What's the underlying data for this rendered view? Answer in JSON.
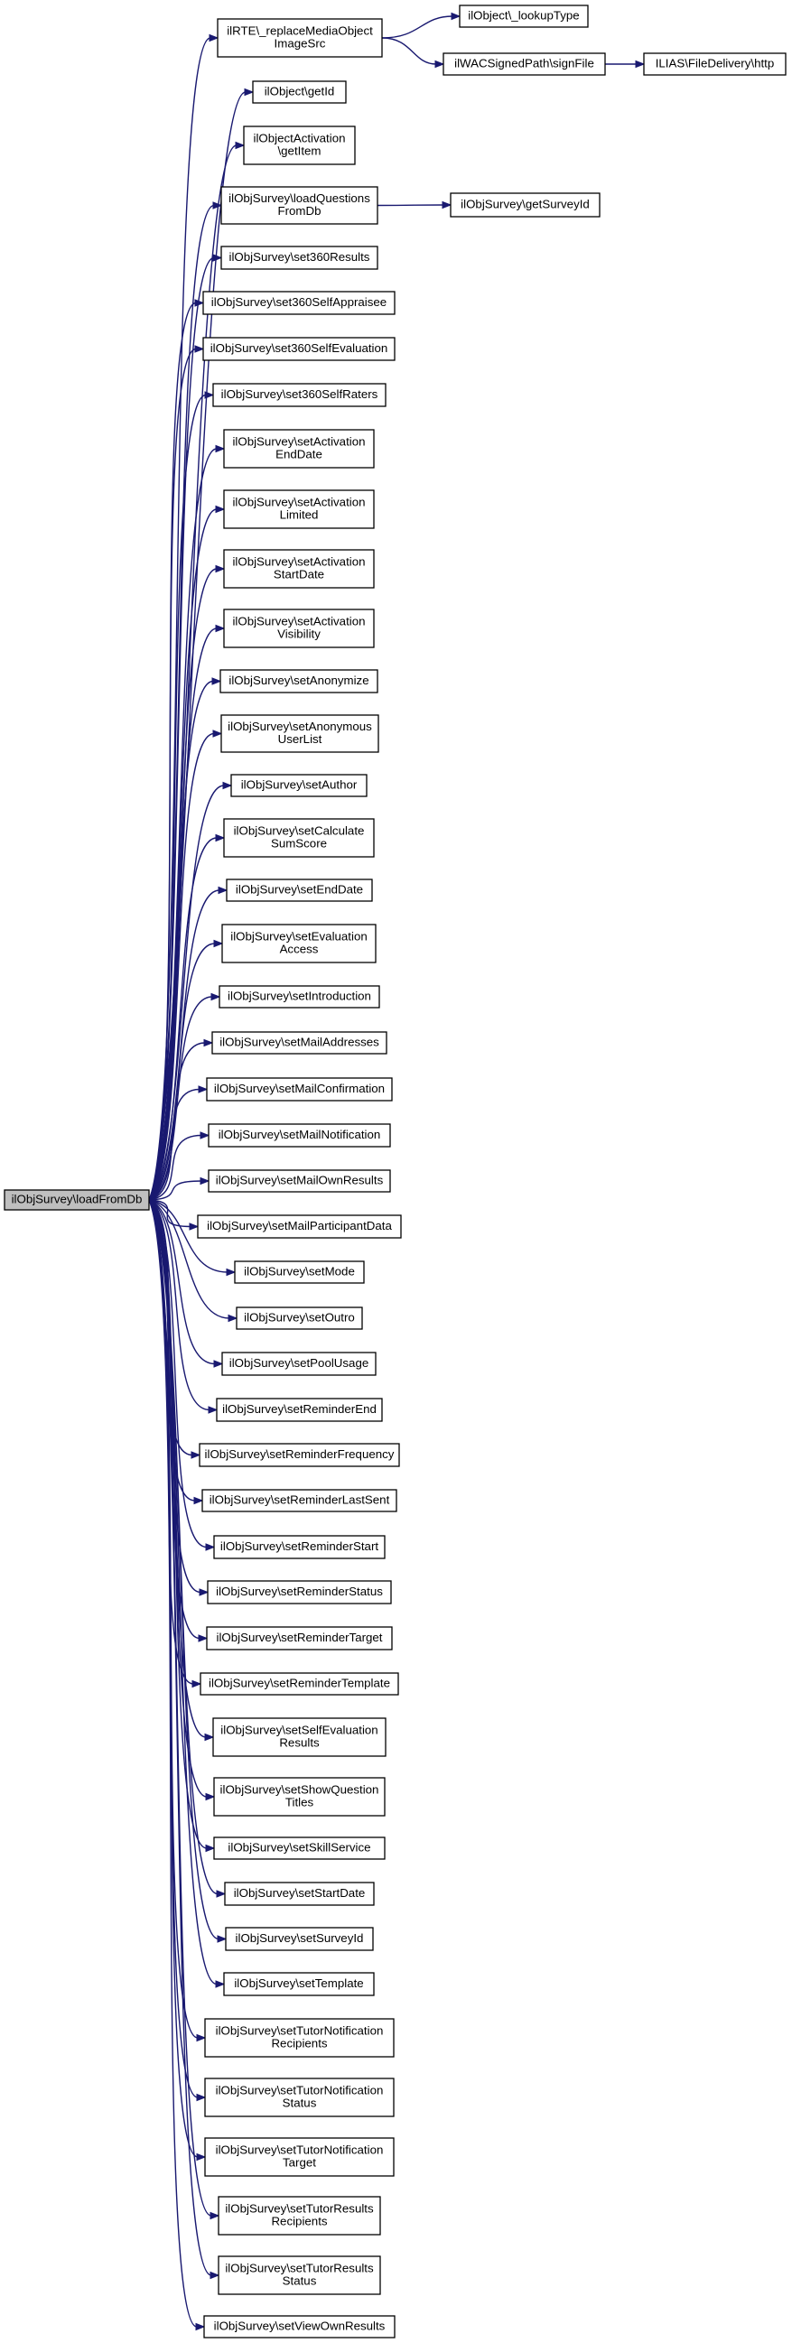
{
  "root": {
    "id": "root",
    "lines": [
      "ilObjSurvey\\loadFromDb"
    ]
  },
  "nodes": [
    {
      "id": "replaceMedia",
      "lines": [
        "ilRTE\\_replaceMediaObject",
        "ImageSrc"
      ]
    },
    {
      "id": "lookupType",
      "lines": [
        "ilObject\\_lookupType"
      ]
    },
    {
      "id": "signFile",
      "lines": [
        "ilWACSignedPath\\signFile"
      ]
    },
    {
      "id": "http",
      "lines": [
        "ILIAS\\FileDelivery\\http"
      ]
    },
    {
      "id": "getId",
      "lines": [
        "ilObject\\getId"
      ]
    },
    {
      "id": "getItem",
      "lines": [
        "ilObjectActivation",
        "\\getItem"
      ]
    },
    {
      "id": "loadQuestions",
      "lines": [
        "ilObjSurvey\\loadQuestions",
        "FromDb"
      ]
    },
    {
      "id": "getSurveyId",
      "lines": [
        "ilObjSurvey\\getSurveyId"
      ]
    },
    {
      "id": "set360Results",
      "lines": [
        "ilObjSurvey\\set360Results"
      ]
    },
    {
      "id": "set360SelfAppraisee",
      "lines": [
        "ilObjSurvey\\set360SelfAppraisee"
      ]
    },
    {
      "id": "set360SelfEvaluation",
      "lines": [
        "ilObjSurvey\\set360SelfEvaluation"
      ]
    },
    {
      "id": "set360SelfRaters",
      "lines": [
        "ilObjSurvey\\set360SelfRaters"
      ]
    },
    {
      "id": "setActivationEndDate",
      "lines": [
        "ilObjSurvey\\setActivation",
        "EndDate"
      ]
    },
    {
      "id": "setActivationLimited",
      "lines": [
        "ilObjSurvey\\setActivation",
        "Limited"
      ]
    },
    {
      "id": "setActivationStartDate",
      "lines": [
        "ilObjSurvey\\setActivation",
        "StartDate"
      ]
    },
    {
      "id": "setActivationVisibility",
      "lines": [
        "ilObjSurvey\\setActivation",
        "Visibility"
      ]
    },
    {
      "id": "setAnonymize",
      "lines": [
        "ilObjSurvey\\setAnonymize"
      ]
    },
    {
      "id": "setAnonymousUserList",
      "lines": [
        "ilObjSurvey\\setAnonymous",
        "UserList"
      ]
    },
    {
      "id": "setAuthor",
      "lines": [
        "ilObjSurvey\\setAuthor"
      ]
    },
    {
      "id": "setCalculateSumScore",
      "lines": [
        "ilObjSurvey\\setCalculate",
        "SumScore"
      ]
    },
    {
      "id": "setEndDate",
      "lines": [
        "ilObjSurvey\\setEndDate"
      ]
    },
    {
      "id": "setEvaluationAccess",
      "lines": [
        "ilObjSurvey\\setEvaluation",
        "Access"
      ]
    },
    {
      "id": "setIntroduction",
      "lines": [
        "ilObjSurvey\\setIntroduction"
      ]
    },
    {
      "id": "setMailAddresses",
      "lines": [
        "ilObjSurvey\\setMailAddresses"
      ]
    },
    {
      "id": "setMailConfirmation",
      "lines": [
        "ilObjSurvey\\setMailConfirmation"
      ]
    },
    {
      "id": "setMailNotification",
      "lines": [
        "ilObjSurvey\\setMailNotification"
      ]
    },
    {
      "id": "setMailOwnResults",
      "lines": [
        "ilObjSurvey\\setMailOwnResults"
      ]
    },
    {
      "id": "setMailParticipantData",
      "lines": [
        "ilObjSurvey\\setMailParticipantData"
      ]
    },
    {
      "id": "setMode",
      "lines": [
        "ilObjSurvey\\setMode"
      ]
    },
    {
      "id": "setOutro",
      "lines": [
        "ilObjSurvey\\setOutro"
      ]
    },
    {
      "id": "setPoolUsage",
      "lines": [
        "ilObjSurvey\\setPoolUsage"
      ]
    },
    {
      "id": "setReminderEnd",
      "lines": [
        "ilObjSurvey\\setReminderEnd"
      ]
    },
    {
      "id": "setReminderFrequency",
      "lines": [
        "ilObjSurvey\\setReminderFrequency"
      ]
    },
    {
      "id": "setReminderLastSent",
      "lines": [
        "ilObjSurvey\\setReminderLastSent"
      ]
    },
    {
      "id": "setReminderStart",
      "lines": [
        "ilObjSurvey\\setReminderStart"
      ]
    },
    {
      "id": "setReminderStatus",
      "lines": [
        "ilObjSurvey\\setReminderStatus"
      ]
    },
    {
      "id": "setReminderTarget",
      "lines": [
        "ilObjSurvey\\setReminderTarget"
      ]
    },
    {
      "id": "setReminderTemplate",
      "lines": [
        "ilObjSurvey\\setReminderTemplate"
      ]
    },
    {
      "id": "setSelfEvaluationResults",
      "lines": [
        "ilObjSurvey\\setSelfEvaluation",
        "Results"
      ]
    },
    {
      "id": "setShowQuestionTitles",
      "lines": [
        "ilObjSurvey\\setShowQuestion",
        "Titles"
      ]
    },
    {
      "id": "setSkillService",
      "lines": [
        "ilObjSurvey\\setSkillService"
      ]
    },
    {
      "id": "setStartDate",
      "lines": [
        "ilObjSurvey\\setStartDate"
      ]
    },
    {
      "id": "setSurveyId",
      "lines": [
        "ilObjSurvey\\setSurveyId"
      ]
    },
    {
      "id": "setTemplate",
      "lines": [
        "ilObjSurvey\\setTemplate"
      ]
    },
    {
      "id": "setTutorNotificationRecipients",
      "lines": [
        "ilObjSurvey\\setTutorNotification",
        "Recipients"
      ]
    },
    {
      "id": "setTutorNotificationStatus",
      "lines": [
        "ilObjSurvey\\setTutorNotification",
        "Status"
      ]
    },
    {
      "id": "setTutorNotificationTarget",
      "lines": [
        "ilObjSurvey\\setTutorNotification",
        "Target"
      ]
    },
    {
      "id": "setTutorResultsRecipients",
      "lines": [
        "ilObjSurvey\\setTutorResults",
        "Recipients"
      ]
    },
    {
      "id": "setTutorResultsStatus",
      "lines": [
        "ilObjSurvey\\setTutorResults",
        "Status"
      ]
    },
    {
      "id": "setViewOwnResults",
      "lines": [
        "ilObjSurvey\\setViewOwnResults"
      ]
    }
  ],
  "edges": [
    [
      "root",
      "replaceMedia"
    ],
    [
      "replaceMedia",
      "lookupType"
    ],
    [
      "replaceMedia",
      "signFile"
    ],
    [
      "signFile",
      "http"
    ],
    [
      "root",
      "getId"
    ],
    [
      "root",
      "getItem"
    ],
    [
      "root",
      "loadQuestions"
    ],
    [
      "loadQuestions",
      "getSurveyId"
    ],
    [
      "root",
      "set360Results"
    ],
    [
      "root",
      "set360SelfAppraisee"
    ],
    [
      "root",
      "set360SelfEvaluation"
    ],
    [
      "root",
      "set360SelfRaters"
    ],
    [
      "root",
      "setActivationEndDate"
    ],
    [
      "root",
      "setActivationLimited"
    ],
    [
      "root",
      "setActivationStartDate"
    ],
    [
      "root",
      "setActivationVisibility"
    ],
    [
      "root",
      "setAnonymize"
    ],
    [
      "root",
      "setAnonymousUserList"
    ],
    [
      "root",
      "setAuthor"
    ],
    [
      "root",
      "setCalculateSumScore"
    ],
    [
      "root",
      "setEndDate"
    ],
    [
      "root",
      "setEvaluationAccess"
    ],
    [
      "root",
      "setIntroduction"
    ],
    [
      "root",
      "setMailAddresses"
    ],
    [
      "root",
      "setMailConfirmation"
    ],
    [
      "root",
      "setMailNotification"
    ],
    [
      "root",
      "setMailOwnResults"
    ],
    [
      "root",
      "setMailParticipantData"
    ],
    [
      "root",
      "setMode"
    ],
    [
      "root",
      "setOutro"
    ],
    [
      "root",
      "setPoolUsage"
    ],
    [
      "root",
      "setReminderEnd"
    ],
    [
      "root",
      "setReminderFrequency"
    ],
    [
      "root",
      "setReminderLastSent"
    ],
    [
      "root",
      "setReminderStart"
    ],
    [
      "root",
      "setReminderStatus"
    ],
    [
      "root",
      "setReminderTarget"
    ],
    [
      "root",
      "setReminderTemplate"
    ],
    [
      "root",
      "setSelfEvaluationResults"
    ],
    [
      "root",
      "setShowQuestionTitles"
    ],
    [
      "root",
      "setSkillService"
    ],
    [
      "root",
      "setStartDate"
    ],
    [
      "root",
      "setSurveyId"
    ],
    [
      "root",
      "setTemplate"
    ],
    [
      "root",
      "setTutorNotificationRecipients"
    ],
    [
      "root",
      "setTutorNotificationStatus"
    ],
    [
      "root",
      "setTutorNotificationTarget"
    ],
    [
      "root",
      "setTutorResultsRecipients"
    ],
    [
      "root",
      "setTutorResultsStatus"
    ],
    [
      "root",
      "setViewOwnResults"
    ]
  ]
}
